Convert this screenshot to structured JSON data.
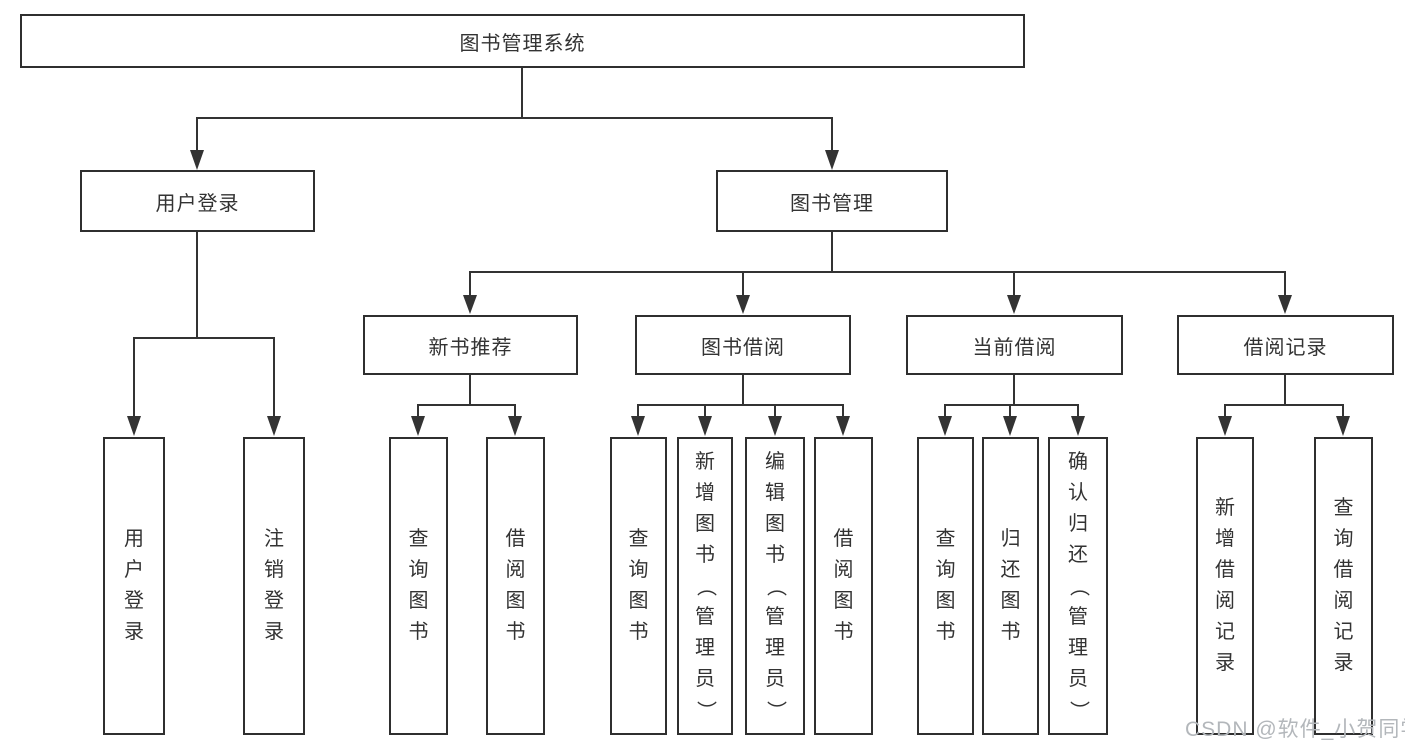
{
  "diagram": {
    "title": "图书管理系统",
    "root": {
      "label": "图书管理系统"
    },
    "branches": [
      {
        "label": "用户登录",
        "children": [
          {
            "label": "用户登录"
          },
          {
            "label": "注销登录"
          }
        ]
      },
      {
        "label": "图书管理",
        "children": [
          {
            "label": "新书推荐",
            "children": [
              {
                "label": "查询图书"
              },
              {
                "label": "借阅图书"
              }
            ]
          },
          {
            "label": "图书借阅",
            "children": [
              {
                "label": "查询图书"
              },
              {
                "label": "新增图书（管理员）"
              },
              {
                "label": "编辑图书（管理员）"
              },
              {
                "label": "借阅图书"
              }
            ]
          },
          {
            "label": "当前借阅",
            "children": [
              {
                "label": "查询图书"
              },
              {
                "label": "归还图书"
              },
              {
                "label": "确认归还（管理员）"
              }
            ]
          },
          {
            "label": "借阅记录",
            "children": [
              {
                "label": "新增借阅记录"
              },
              {
                "label": "查询借阅记录"
              }
            ]
          }
        ]
      }
    ]
  },
  "watermark": {
    "text": "CSDN @软件_小贺同学"
  },
  "colors": {
    "line": "#333333",
    "box_border": "#2f2f2f",
    "text": "#333333",
    "watermark": "#b3b7bb",
    "background": "#ffffff"
  }
}
